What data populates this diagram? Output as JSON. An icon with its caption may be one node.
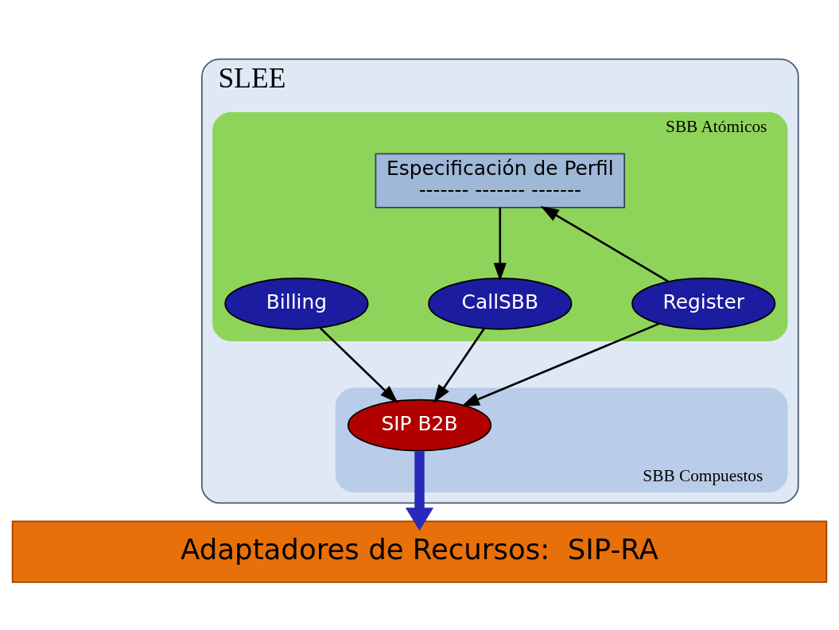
{
  "diagram": {
    "nodes": [
      {
        "text": [
          "SLEE"
        ]
      },
      {
        "text": [
          "SBB Atómicos"
        ],
        "in": 0
      },
      {
        "text": [
          "SBB Compuestos"
        ],
        "in": 0
      },
      {
        "text": [
          "Especificación de Perfil",
          "------- ------- -------"
        ],
        "in": 1
      },
      {
        "text": [
          "Billing"
        ],
        "in": 1
      },
      {
        "text": [
          "CallSBB"
        ],
        "in": 1
      },
      {
        "text": [
          "Register"
        ],
        "in": 1
      },
      {
        "text": [
          "SIP B2B"
        ],
        "in": 2
      },
      {
        "text": [
          "Adaptadores de Recursos:  SIP-RA"
        ]
      }
    ],
    "edges": [
      {
        "from": 3,
        "to": 5,
        "arrow": "to"
      },
      {
        "from": 6,
        "to": 3,
        "arrow": "to"
      },
      {
        "from": 4,
        "to": 7,
        "arrow": "to"
      },
      {
        "from": 5,
        "to": 7,
        "arrow": "to"
      },
      {
        "from": 6,
        "to": 7,
        "arrow": "to"
      },
      {
        "from": 7,
        "to": 8,
        "arrow": "to",
        "style": "thick",
        "color": "#2a2ab8"
      }
    ]
  }
}
